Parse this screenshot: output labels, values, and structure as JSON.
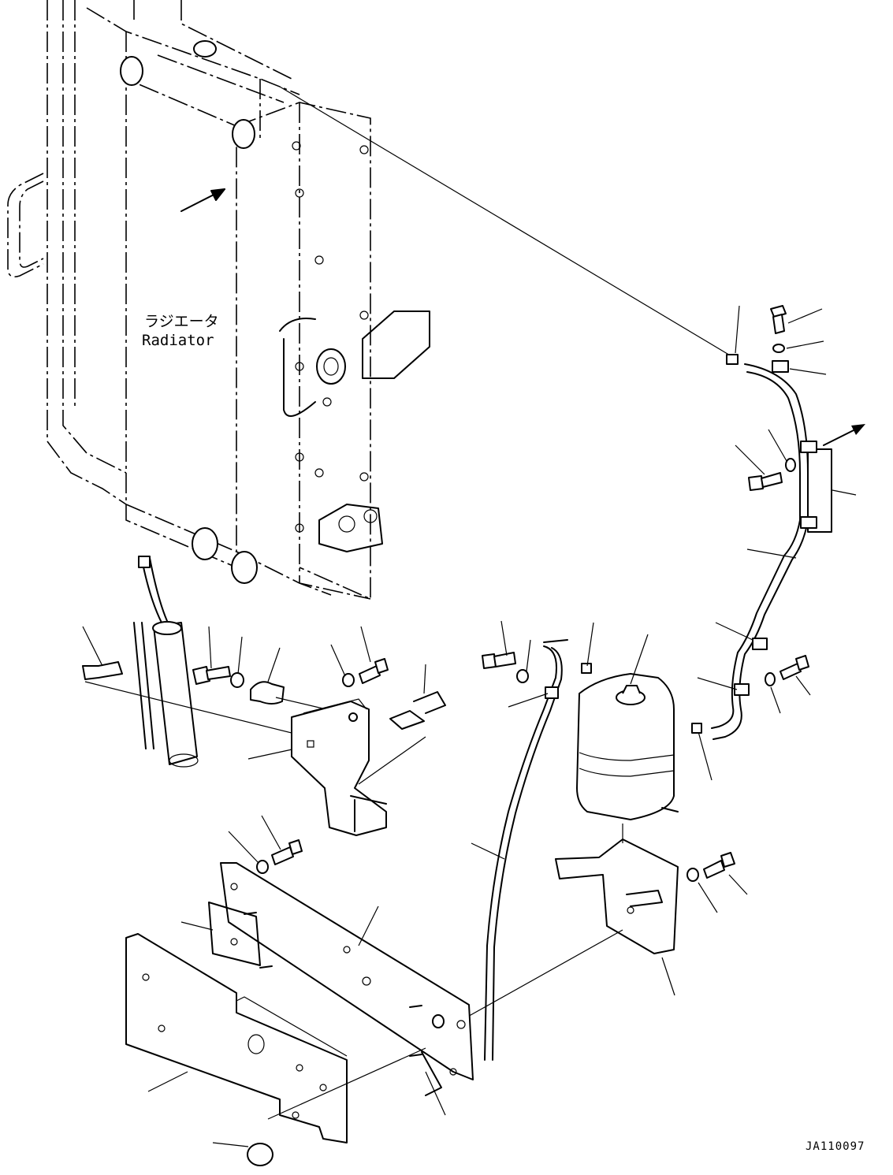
{
  "labels": {
    "radiator_jp": "ラジエータ",
    "radiator_en": "Radiator"
  },
  "drawing_code": "JA110097"
}
